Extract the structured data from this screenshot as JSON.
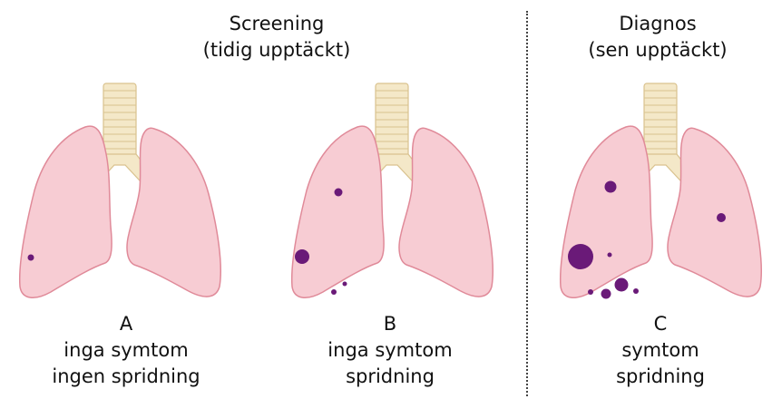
{
  "headings": {
    "screening": [
      "Screening",
      "(tidig upptäckt)"
    ],
    "diagnos": [
      "Diagnos",
      "(sen upptäckt)"
    ]
  },
  "panels": [
    {
      "id": "A",
      "label": "A",
      "line1": "inga symtom",
      "line2": "ingen spridning"
    },
    {
      "id": "B",
      "label": "B",
      "line1": "inga symtom",
      "line2": "spridning"
    },
    {
      "id": "C",
      "label": "C",
      "line1": "symtom",
      "line2": "spridning"
    }
  ],
  "colors": {
    "lung_fill": "#f7ccd3",
    "lung_stroke": "#e08a99",
    "trachea_fill": "#f4e8c8",
    "trachea_stroke": "#d9c28e",
    "tumor": "#6a1a78",
    "divider": "#444444"
  }
}
